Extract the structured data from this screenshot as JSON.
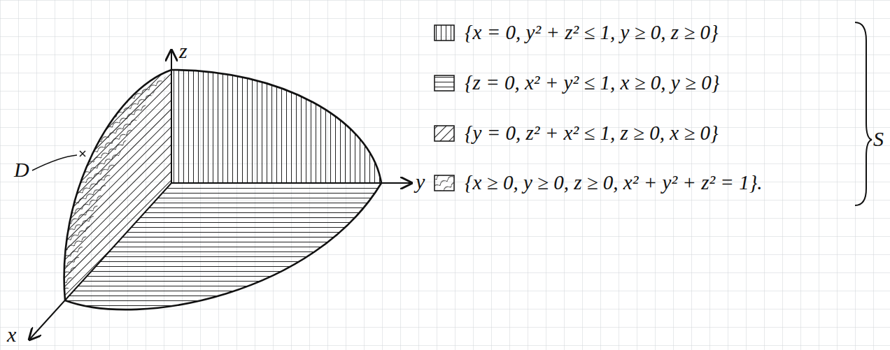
{
  "diagram": {
    "labels": [
      "z",
      "y",
      "x",
      "D",
      "S"
    ],
    "legend": [
      {
        "text": "{x = 0, y² + z² ≤ 1, y ≥ 0, z ≥ 0}"
      },
      {
        "text": "{z = 0, x² + y² ≤ 1, x ≥ 0, y ≥ 0}"
      },
      {
        "text": "{y = 0, z² + x² ≤ 1, z ≥ 0, x ≥ 0}"
      },
      {
        "text": "{x ≥ 0, y ≥ 0, z ≥ 0, x² + y² + z² = 1}."
      }
    ]
  }
}
